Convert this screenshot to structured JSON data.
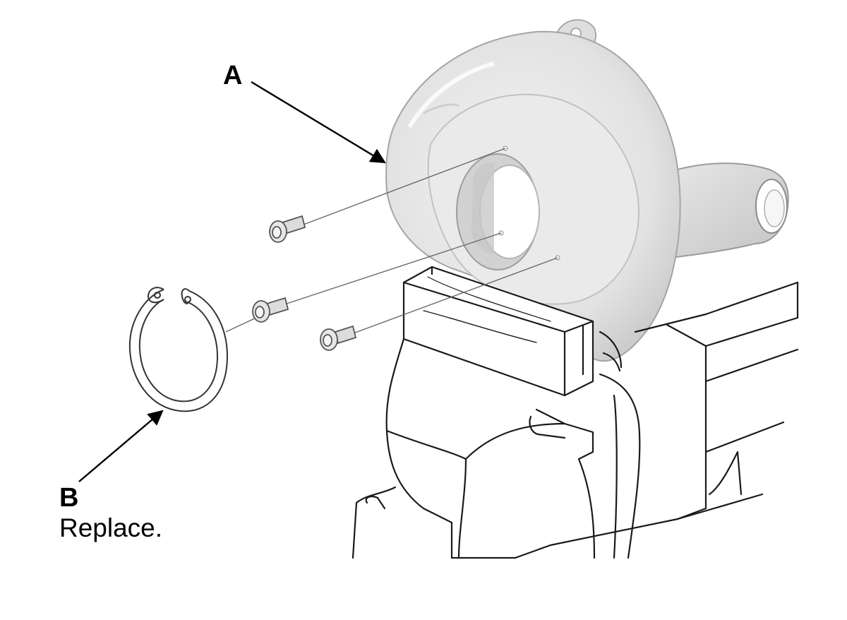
{
  "callouts": {
    "a": {
      "letter": "A"
    },
    "b": {
      "letter": "B",
      "note": "Replace."
    }
  },
  "colors": {
    "outline": "#1a1a1a",
    "part_fill": "#e6e6e6",
    "part_shade": "#cfcfcf",
    "background": "#ffffff"
  }
}
